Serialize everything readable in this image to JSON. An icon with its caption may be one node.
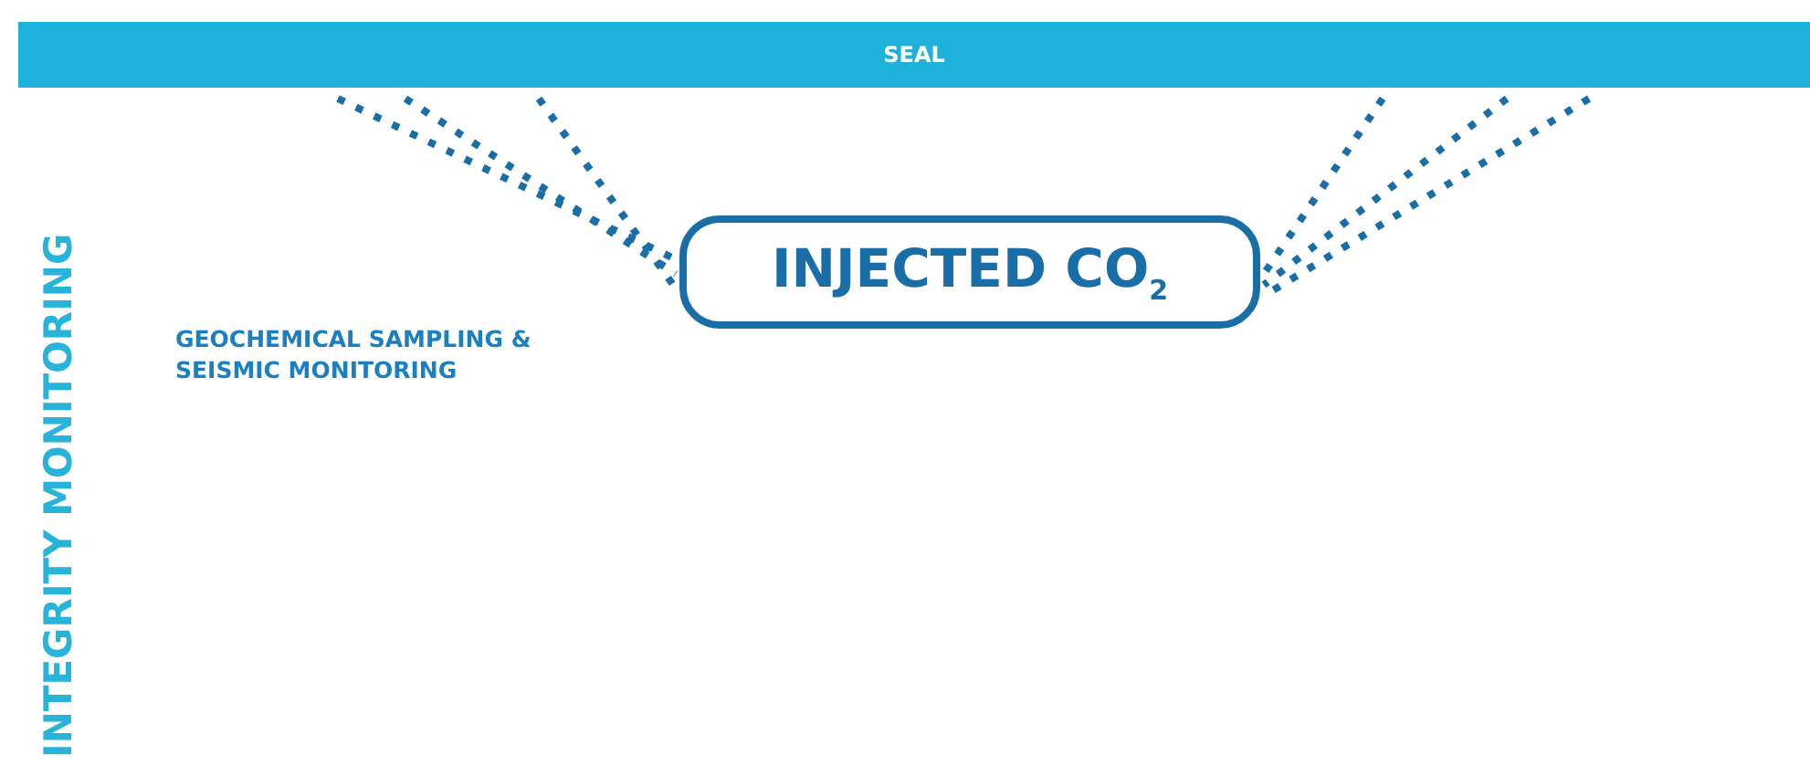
{
  "diagram": {
    "nodes": [
      {
        "text": [
          "SEAL"
        ]
      },
      {
        "text": [
          "INJECTED CO$_{2}$"
        ]
      }
    ],
    "edges": [
      {
        "from": 0,
        "to": 1,
        "arrow": "none",
        "style": "dashed"
      },
      {
        "from": 0,
        "to": 1,
        "arrow": "none",
        "style": "dashed"
      },
      {
        "from": 0,
        "to": 1,
        "arrow": "none",
        "style": "dashed"
      },
      {
        "from": 0,
        "to": 1,
        "arrow": "none",
        "style": "dashed"
      },
      {
        "from": 0,
        "to": 1,
        "arrow": "none",
        "style": "dashed"
      },
      {
        "from": 0,
        "to": 1,
        "arrow": "none",
        "style": "dashed"
      }
    ],
    "labels": [
      "INTEGRITY MONITORING",
      "GEOCHEMICAL SAMPLING & SEISMIC MONITORING"
    ]
  }
}
